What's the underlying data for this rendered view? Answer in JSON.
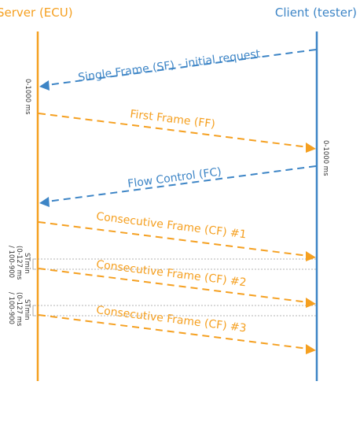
{
  "colors": {
    "server": "#F5A021",
    "client": "#3D85C6",
    "request": "#3D85C6",
    "response": "#F5A021",
    "guide": "#9a9a9a"
  },
  "server": {
    "title": "Server (ECU)",
    "timing": "0-1000 ms"
  },
  "client": {
    "title": "Client (tester)",
    "timing": "0-1000 ms"
  },
  "messages": [
    {
      "label": "Single Frame (SF) - initial request",
      "direction": "client-to-server"
    },
    {
      "label": "First Frame (FF)",
      "direction": "server-to-client"
    },
    {
      "label": "Flow Control (FC)",
      "direction": "client-to-server"
    },
    {
      "label": "Consecutive Frame (CF) #1",
      "direction": "server-to-client"
    },
    {
      "label": "Consecutive Frame (CF) #2",
      "direction": "server-to-client"
    },
    {
      "label": "Consecutive Frame (CF) #3",
      "direction": "server-to-client"
    }
  ],
  "stmin": [
    {
      "line1": "STmin",
      "line2": "(0-127 ms",
      "line3": "/ 100-900"
    },
    {
      "line1": "STmin",
      "line2": "(0-127 ms",
      "line3": "/ 100-900"
    }
  ]
}
